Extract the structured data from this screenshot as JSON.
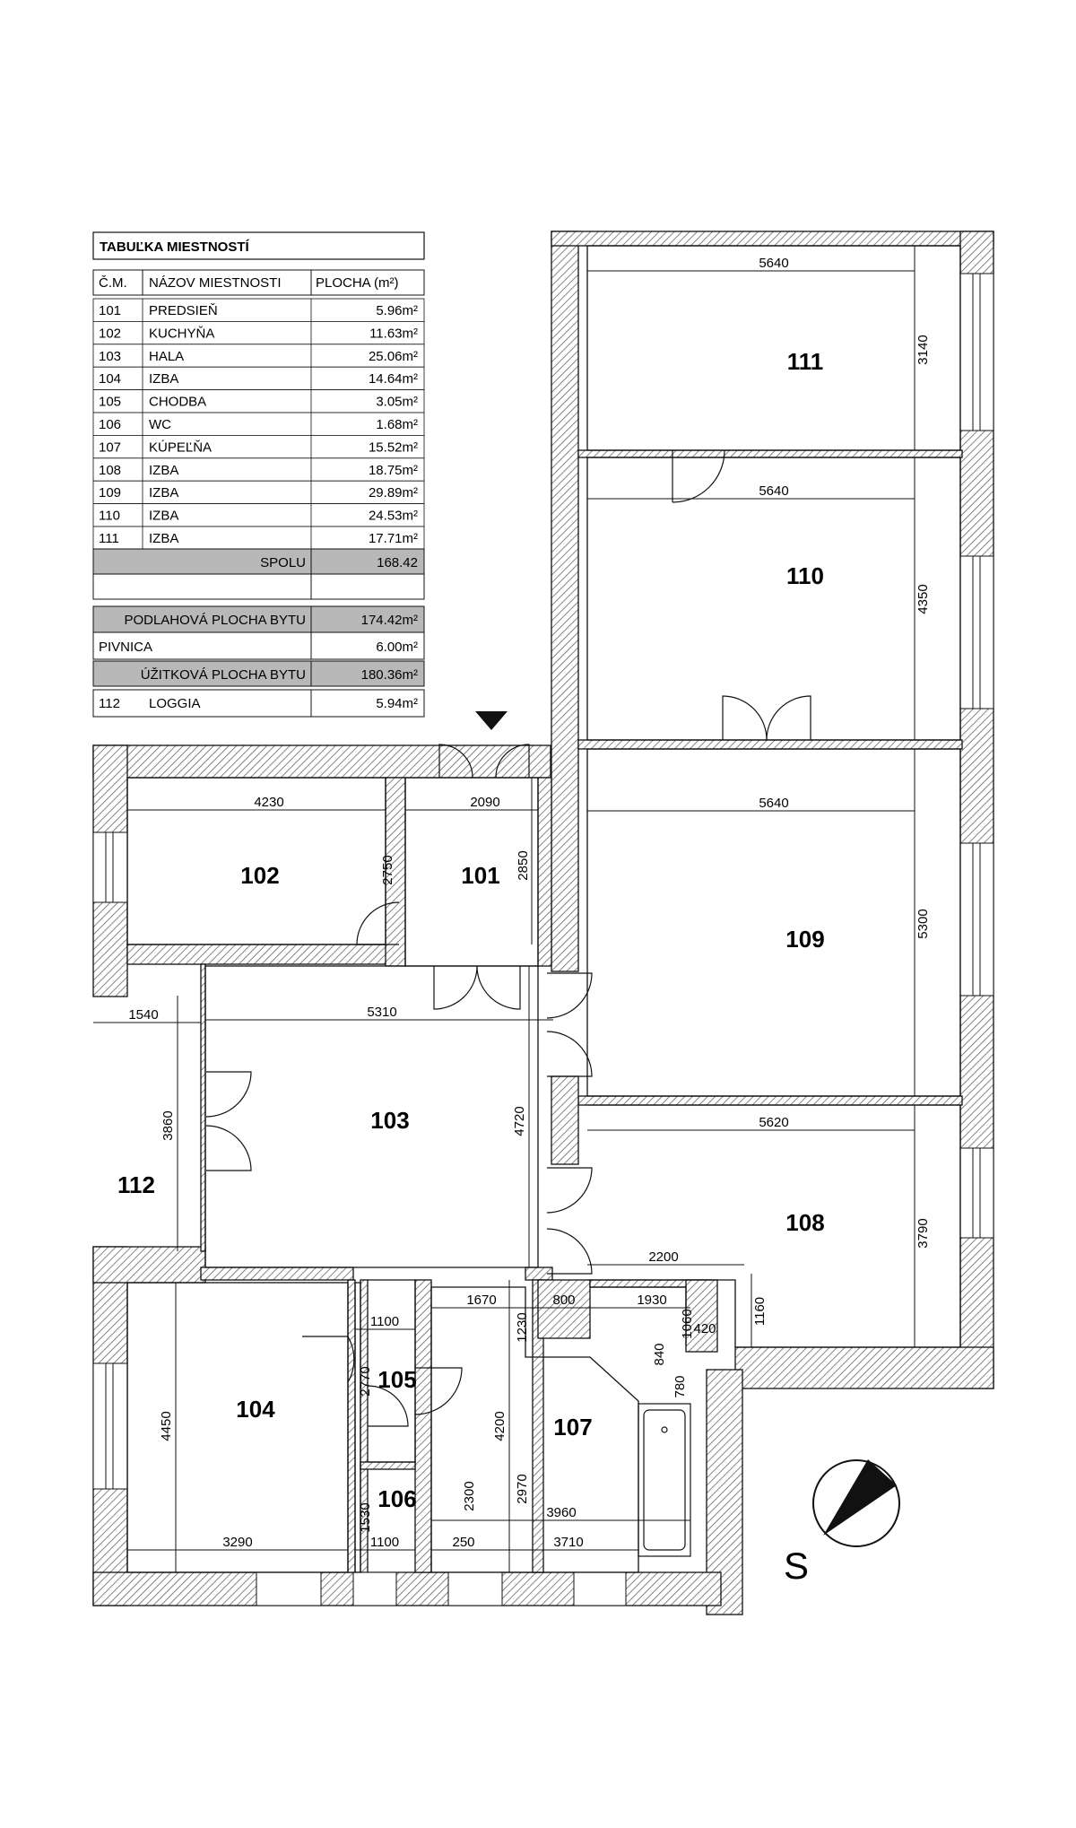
{
  "table": {
    "title": "TABUĽKA MIESTNOSTÍ",
    "headers": {
      "num": "Č.M.",
      "name": "NÁZOV MIESTNOSTI",
      "area": "PLOCHA (m²)"
    },
    "rows": [
      {
        "num": "101",
        "name": "PREDSIEŇ",
        "area": "5.96m²"
      },
      {
        "num": "102",
        "name": "KUCHYŇA",
        "area": "11.63m²"
      },
      {
        "num": "103",
        "name": "HALA",
        "area": "25.06m²"
      },
      {
        "num": "104",
        "name": "IZBA",
        "area": "14.64m²"
      },
      {
        "num": "105",
        "name": "CHODBA",
        "area": "3.05m²"
      },
      {
        "num": "106",
        "name": "WC",
        "area": "1.68m²"
      },
      {
        "num": "107",
        "name": "KÚPEĽŇA",
        "area": "15.52m²"
      },
      {
        "num": "108",
        "name": "IZBA",
        "area": "18.75m²"
      },
      {
        "num": "109",
        "name": "IZBA",
        "area": "29.89m²"
      },
      {
        "num": "110",
        "name": "IZBA",
        "area": "24.53m²"
      },
      {
        "num": "111",
        "name": "IZBA",
        "area": "17.71m²"
      }
    ],
    "total_label": "SPOLU",
    "total_value": "168.42",
    "floor_label": "PODLAHOVÁ PLOCHA BYTU",
    "floor_value": "174.42m²",
    "cellar_label": "PIVNICA",
    "cellar_value": "6.00m²",
    "usable_label": "ÚŽITKOVÁ PLOCHA BYTU",
    "usable_value": "180.36m²",
    "loggia_num": "112",
    "loggia_name": "LOGGIA",
    "loggia_area": "5.94m²"
  },
  "rooms": {
    "r101": "101",
    "r102": "102",
    "r103": "103",
    "r104": "104",
    "r105": "105",
    "r106": "106",
    "r107": "107",
    "r108": "108",
    "r109": "109",
    "r110": "110",
    "r111": "111",
    "r112": "112"
  },
  "dims": {
    "d111w": "5640",
    "d111h": "3140",
    "d110w": "5640",
    "d110h": "4350",
    "d109w": "5640",
    "d109h": "5300",
    "d108w": "5620",
    "d108h": "3790",
    "d108b": "2200",
    "d108c": "1160",
    "d102w": "4230",
    "d102h": "2750",
    "d101w": "2090",
    "d101h": "2850",
    "d103w": "5310",
    "d103h": "4720",
    "d112w": "1540",
    "d112h": "3860",
    "d104w": "3290",
    "d104h": "4450",
    "d105w": "1100",
    "d105h": "2770",
    "d106w": "1100",
    "d106h": "1530",
    "d107a": "1670",
    "d107b": "800",
    "d107c": "1930",
    "d107d": "1230",
    "d107e": "4200",
    "d107f": "2970",
    "d107g": "3960",
    "d107h": "3710",
    "d107i": "2300",
    "d107j": "250",
    "d107k": "1060",
    "d107l": "420",
    "d107m": "840",
    "d107n": "780"
  },
  "compass": {
    "letter": "S"
  },
  "colors": {
    "wall": "#7a7a7a",
    "line": "#1a1a1a",
    "gray_row": "#b8b8b8"
  }
}
